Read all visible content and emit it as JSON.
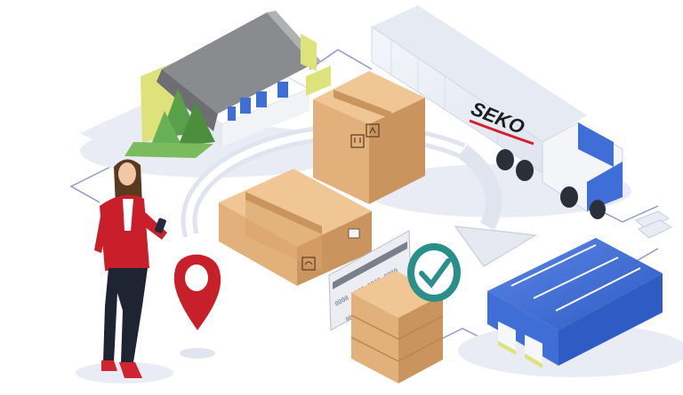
{
  "truck": {
    "brand_label": "SEKO"
  },
  "card": {
    "number_text": "0000 0000 0000 0000",
    "line_text": "00/00"
  },
  "colors": {
    "accent_blue": "#3f6fd6",
    "brand_red": "#d4202c",
    "box_tan": "#e2b07a",
    "check_teal": "#2a8f8a",
    "pin_red": "#c8202a",
    "jacket_red": "#c81f2a",
    "grass_green": "#5aa04a",
    "house_yellow": "#dde27a"
  },
  "icons": [
    "map-pin-icon",
    "checkmark-icon",
    "fragile-glass-icon",
    "this-side-up-icon",
    "keep-dry-icon"
  ]
}
